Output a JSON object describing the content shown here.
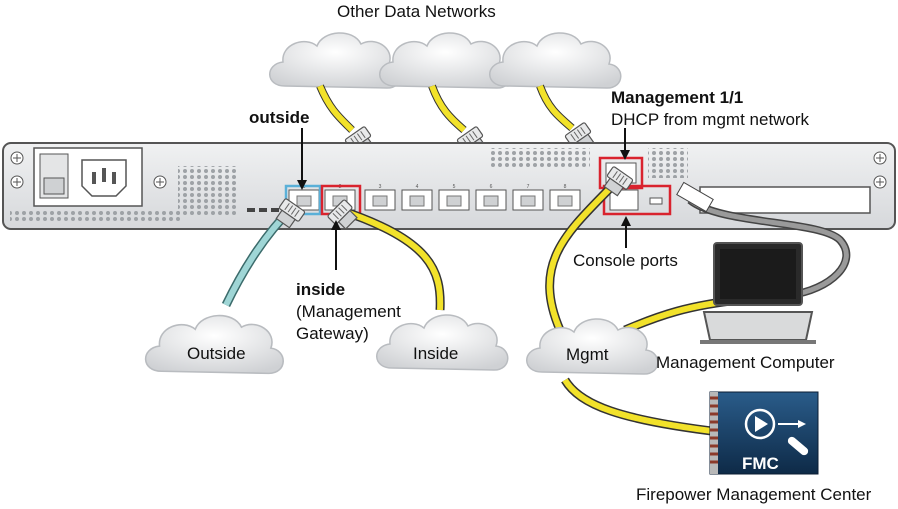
{
  "title_top": "Other Data Networks",
  "mgmt_port": {
    "title": "Management 1/1",
    "subtitle": "DHCP from mgmt network"
  },
  "outside_label": "outside",
  "inside_label": {
    "line1": "inside",
    "line2": "(Management",
    "line3": "Gateway)"
  },
  "console_label": "Console ports",
  "clouds": {
    "outside": "Outside",
    "inside": "Inside",
    "mgmt": "Mgmt"
  },
  "mgmt_computer_label": "Management Computer",
  "fmc": {
    "badge": "FMC",
    "label": "Firepower Management Center"
  },
  "port_numbers": [
    "1",
    "2",
    "3",
    "4",
    "5",
    "6",
    "7",
    "8"
  ],
  "colors": {
    "cable_yellow": "#f2e22a",
    "cable_blue": "#9fd6d6",
    "cable_gray": "#8a8a8a",
    "highlight_red": "#d9232e",
    "highlight_blue": "#5ab0d8"
  }
}
